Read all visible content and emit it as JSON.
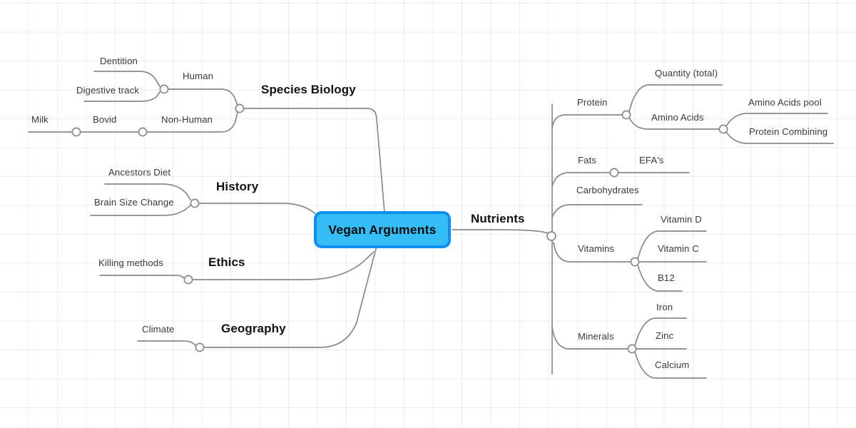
{
  "root": {
    "label": "Vegan Arguments"
  },
  "branches": {
    "species_biology": {
      "label": "Species Biology",
      "children": {
        "human": {
          "label": "Human",
          "children": [
            {
              "label": "Dentition"
            },
            {
              "label": "Digestive track"
            }
          ]
        },
        "non_human": {
          "label": "Non-Human",
          "children": [
            {
              "label": "Bovid"
            },
            {
              "label": "Milk"
            }
          ]
        }
      }
    },
    "history": {
      "label": "History",
      "children": [
        {
          "label": "Ancestors Diet"
        },
        {
          "label": "Brain Size Change"
        }
      ]
    },
    "ethics": {
      "label": "Ethics",
      "children": [
        {
          "label": "Killing methods"
        }
      ]
    },
    "geography": {
      "label": "Geography",
      "children": [
        {
          "label": "Climate"
        }
      ]
    },
    "nutrients": {
      "label": "Nutrients",
      "children": {
        "protein": {
          "label": "Protein",
          "children": [
            {
              "label": "Quantity (total)"
            },
            {
              "label": "Amino Acids",
              "children": [
                {
                  "label": "Amino Acids pool"
                },
                {
                  "label": "Protein Combining"
                }
              ]
            }
          ]
        },
        "fats": {
          "label": "Fats",
          "children": [
            {
              "label": "EFA's"
            }
          ]
        },
        "carbohydrates": {
          "label": "Carbohydrates"
        },
        "vitamins": {
          "label": "Vitamins",
          "children": [
            {
              "label": "Vitamin D"
            },
            {
              "label": "Vitamin C"
            },
            {
              "label": "B12"
            }
          ]
        },
        "minerals": {
          "label": "Minerals",
          "children": [
            {
              "label": "Iron"
            },
            {
              "label": "Zinc"
            },
            {
              "label": "Calcium"
            }
          ]
        }
      }
    }
  },
  "colors": {
    "root_fill": "#35bdf8",
    "root_border": "#0d8ff0",
    "wire": "#8a8a8a",
    "grid": "#78aa6e",
    "label_text": "#3a3a3a",
    "major_text": "#131313"
  }
}
